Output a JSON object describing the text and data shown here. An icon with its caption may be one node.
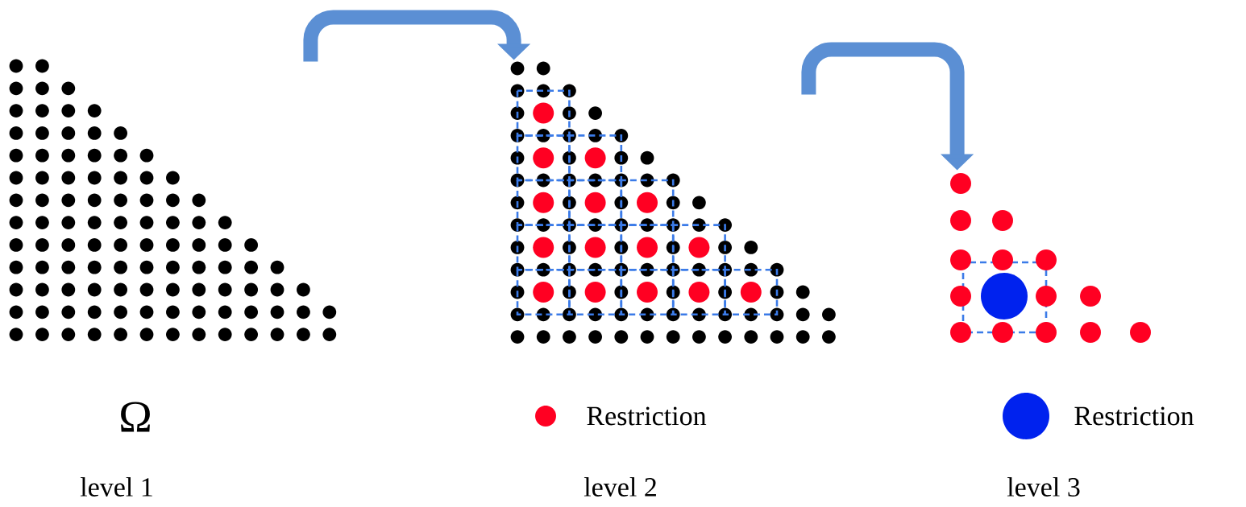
{
  "diagram": {
    "nodes": [
      {
        "text": [],
        "shape": "picture"
      },
      {
        "text": [],
        "shape": "picture"
      },
      {
        "text": [],
        "shape": "picture"
      }
    ],
    "edges": [
      {
        "from": 0,
        "to": 1,
        "arrow": "to"
      },
      {
        "from": 1,
        "to": 2,
        "arrow": "to"
      }
    ],
    "labels": [
      "Ω",
      "level 1",
      "level 2",
      "level 3"
    ],
    "legend": [
      {
        "text": "Restriction",
        "color": "#ff0022"
      },
      {
        "text": "Restriction",
        "color": "#0022ee"
      }
    ]
  }
}
